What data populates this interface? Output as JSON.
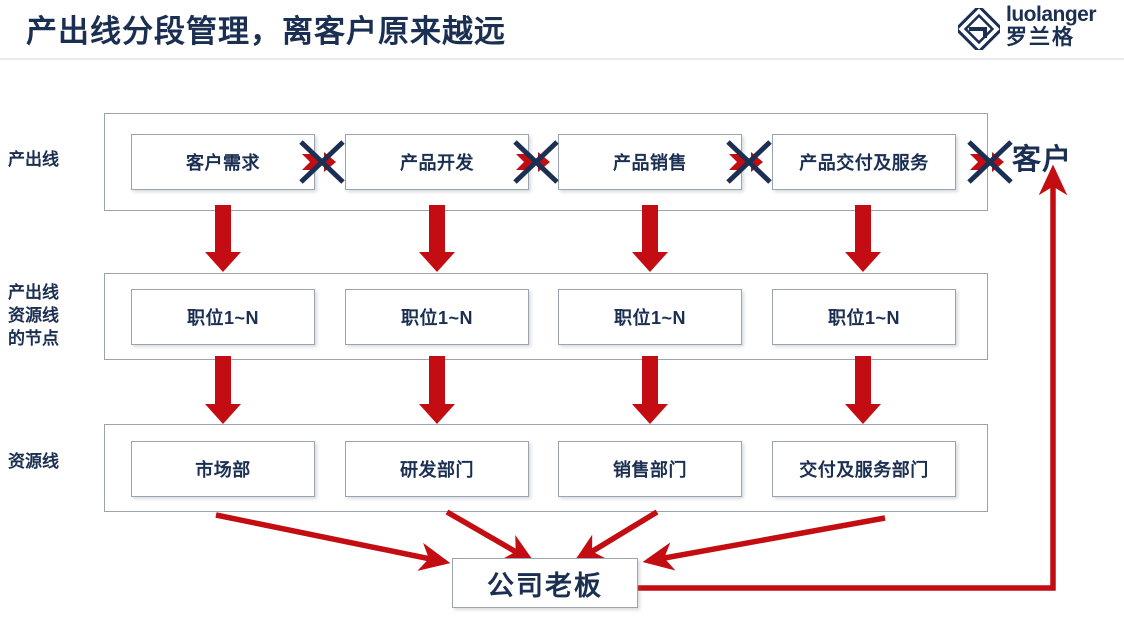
{
  "header": {
    "title": "产出线分段管理，离客户原来越远",
    "logo": {
      "mark": "diamond-g-logo",
      "text_en": "luolanger",
      "text_cn": "罗兰格"
    }
  },
  "diagram": {
    "accent_red": "#c40d12",
    "navy": "#1b2f52",
    "border_gray": "#9aa3ae",
    "rows": [
      {
        "label": "产出线",
        "nodes": [
          "客户需求",
          "产品开发",
          "产品销售",
          "产品交付及服务"
        ]
      },
      {
        "label": "产出线\n资源线\n的节点",
        "label_lines": [
          "产出线",
          "资源线",
          "的节点"
        ],
        "nodes": [
          "职位1~N",
          "职位1~N",
          "职位1~N",
          "职位1~N"
        ]
      },
      {
        "label": "资源线",
        "nodes": [
          "市场部",
          "研发部门",
          "销售部门",
          "交付及服务部门"
        ]
      }
    ],
    "broken_links": [
      {
        "name": "break-mark-1"
      },
      {
        "name": "break-mark-2"
      },
      {
        "name": "break-mark-3"
      },
      {
        "name": "break-mark-4"
      }
    ],
    "customer_label": "客户",
    "boss_label": "公司老板"
  }
}
